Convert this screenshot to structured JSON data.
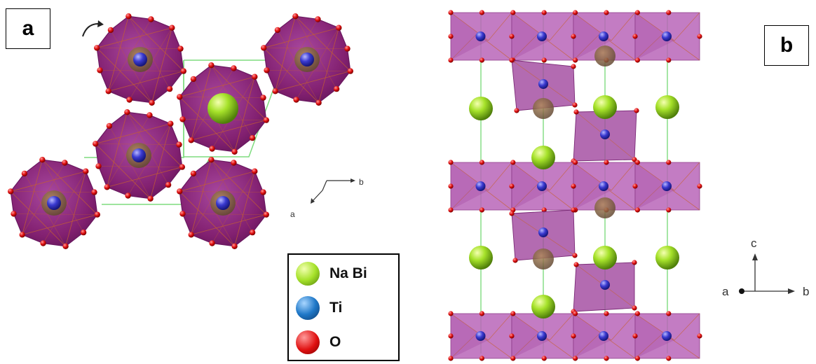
{
  "panels": {
    "a_label": "a",
    "b_label": "b"
  },
  "legend": {
    "items": [
      {
        "label": "Na Bi",
        "color": "#9edc1e"
      },
      {
        "label": "Ti",
        "color": "#1f78c8"
      },
      {
        "label": "O",
        "color": "#e01010"
      }
    ]
  },
  "axes_a": {
    "b": "b",
    "a": "a"
  },
  "axes_b": {
    "c": "c",
    "a": "a",
    "b": "b"
  },
  "colors": {
    "octa_dark": "#7a1f78",
    "octa_light": "#b04aae",
    "octa_side": "#b865b8",
    "ti_atom": "#3a3ad0",
    "na_bi_atom": "#a6e22a",
    "o_atom": "#e01818",
    "cell_line": "#7fdc7f",
    "edge": "#c6602f"
  }
}
